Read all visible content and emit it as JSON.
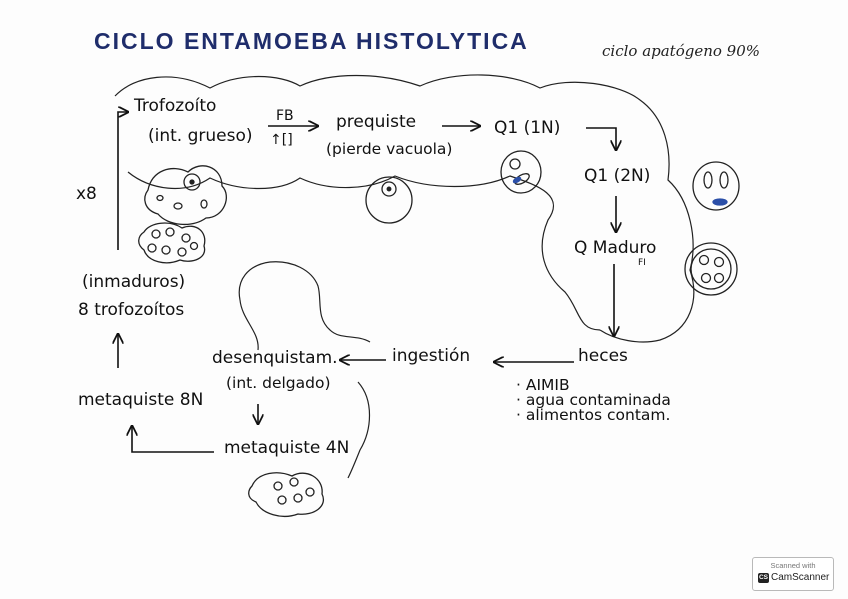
{
  "title": "CICLO ENTAMOEBA HISTOLYTICA",
  "side_note": "ciclo apatógeno 90%",
  "stages": {
    "trofozoito": "Trofozoíto",
    "trofozoito_sub": "(int. grueso)",
    "fb": "FB",
    "cond": "↑[]",
    "prequiste": "prequiste",
    "prequiste_sub": "(pierde vacuola)",
    "q1_1n": "Q1 (1N)",
    "q1_2n": "Q1 (2N)",
    "q_maduro": "Q Maduro",
    "fi": "FI",
    "heces": "heces",
    "ingestion": "ingestión",
    "desenquistam": "desenquistam.",
    "desenquistam_sub": "(int. delgado)",
    "metaquiste_4n": "metaquiste 4N",
    "metaquiste_8n": "metaquiste 8N",
    "inmaduros": "(inmaduros)",
    "trofozoitos_8": "8 trofozoítos",
    "x8": "x8"
  },
  "routes": [
    "· AIMIB",
    "· agua contaminada",
    "· alimentos contam."
  ],
  "scanner": {
    "line1": "Scanned with",
    "brand": "CamScanner",
    "logo": "CS"
  },
  "colors": {
    "title": "#1f2d6b",
    "accent_blue": "#2b4fa8",
    "ink": "#111111"
  }
}
